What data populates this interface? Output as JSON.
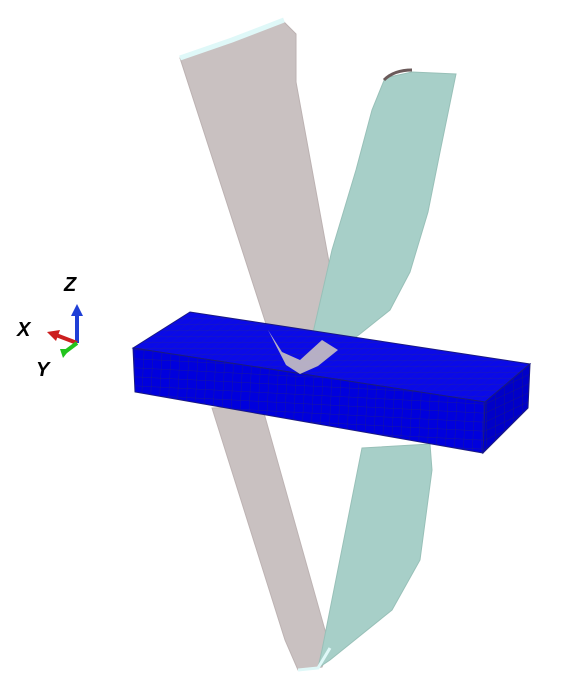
{
  "viewport": {
    "background": "#ffffff"
  },
  "triad": {
    "x_label": "X",
    "y_label": "Y",
    "z_label": "Z",
    "x_color": "#cc1f1f",
    "y_color": "#22c41d",
    "z_color": "#1f3fd6"
  },
  "model": {
    "blank_color": "#0000e6",
    "blank_edge_color": "#2a2a8a",
    "upper_blade_left_color": "#c9c1c1",
    "upper_blade_right_color": "#a7cfc8",
    "lower_blade_left_color": "#c9c1c1",
    "lower_blade_right_color": "#a7cfc8",
    "blade_edge_color": "#dff8f8"
  }
}
